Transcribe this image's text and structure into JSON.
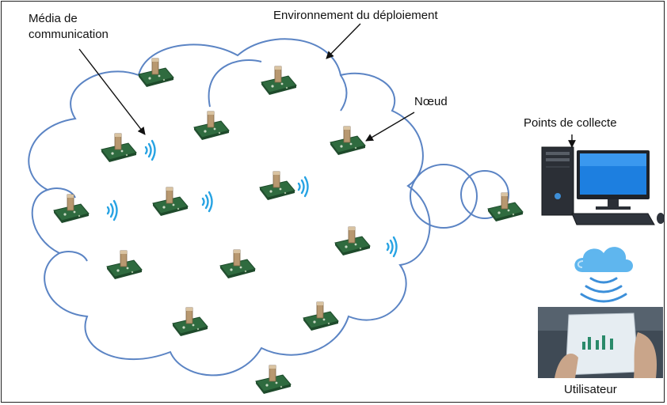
{
  "labels": {
    "media_line1": "Média de",
    "media_line2": "communication",
    "environment": "Environnement du déploiement",
    "node": "Nœud",
    "collection_point": "Points de collecte",
    "user": "Utilisateur"
  },
  "colors": {
    "cloud_stroke": "#5b84c4",
    "signal": "#27a3e3",
    "pcb": "#2f6b3f",
    "arrow": "#111111"
  },
  "icons": {
    "node": "sensor-node-icon",
    "signal": "wifi-signal-icon",
    "computer": "desktop-computer-icon",
    "cloud": "cloud-icon",
    "tablet": "tablet-user-icon"
  }
}
